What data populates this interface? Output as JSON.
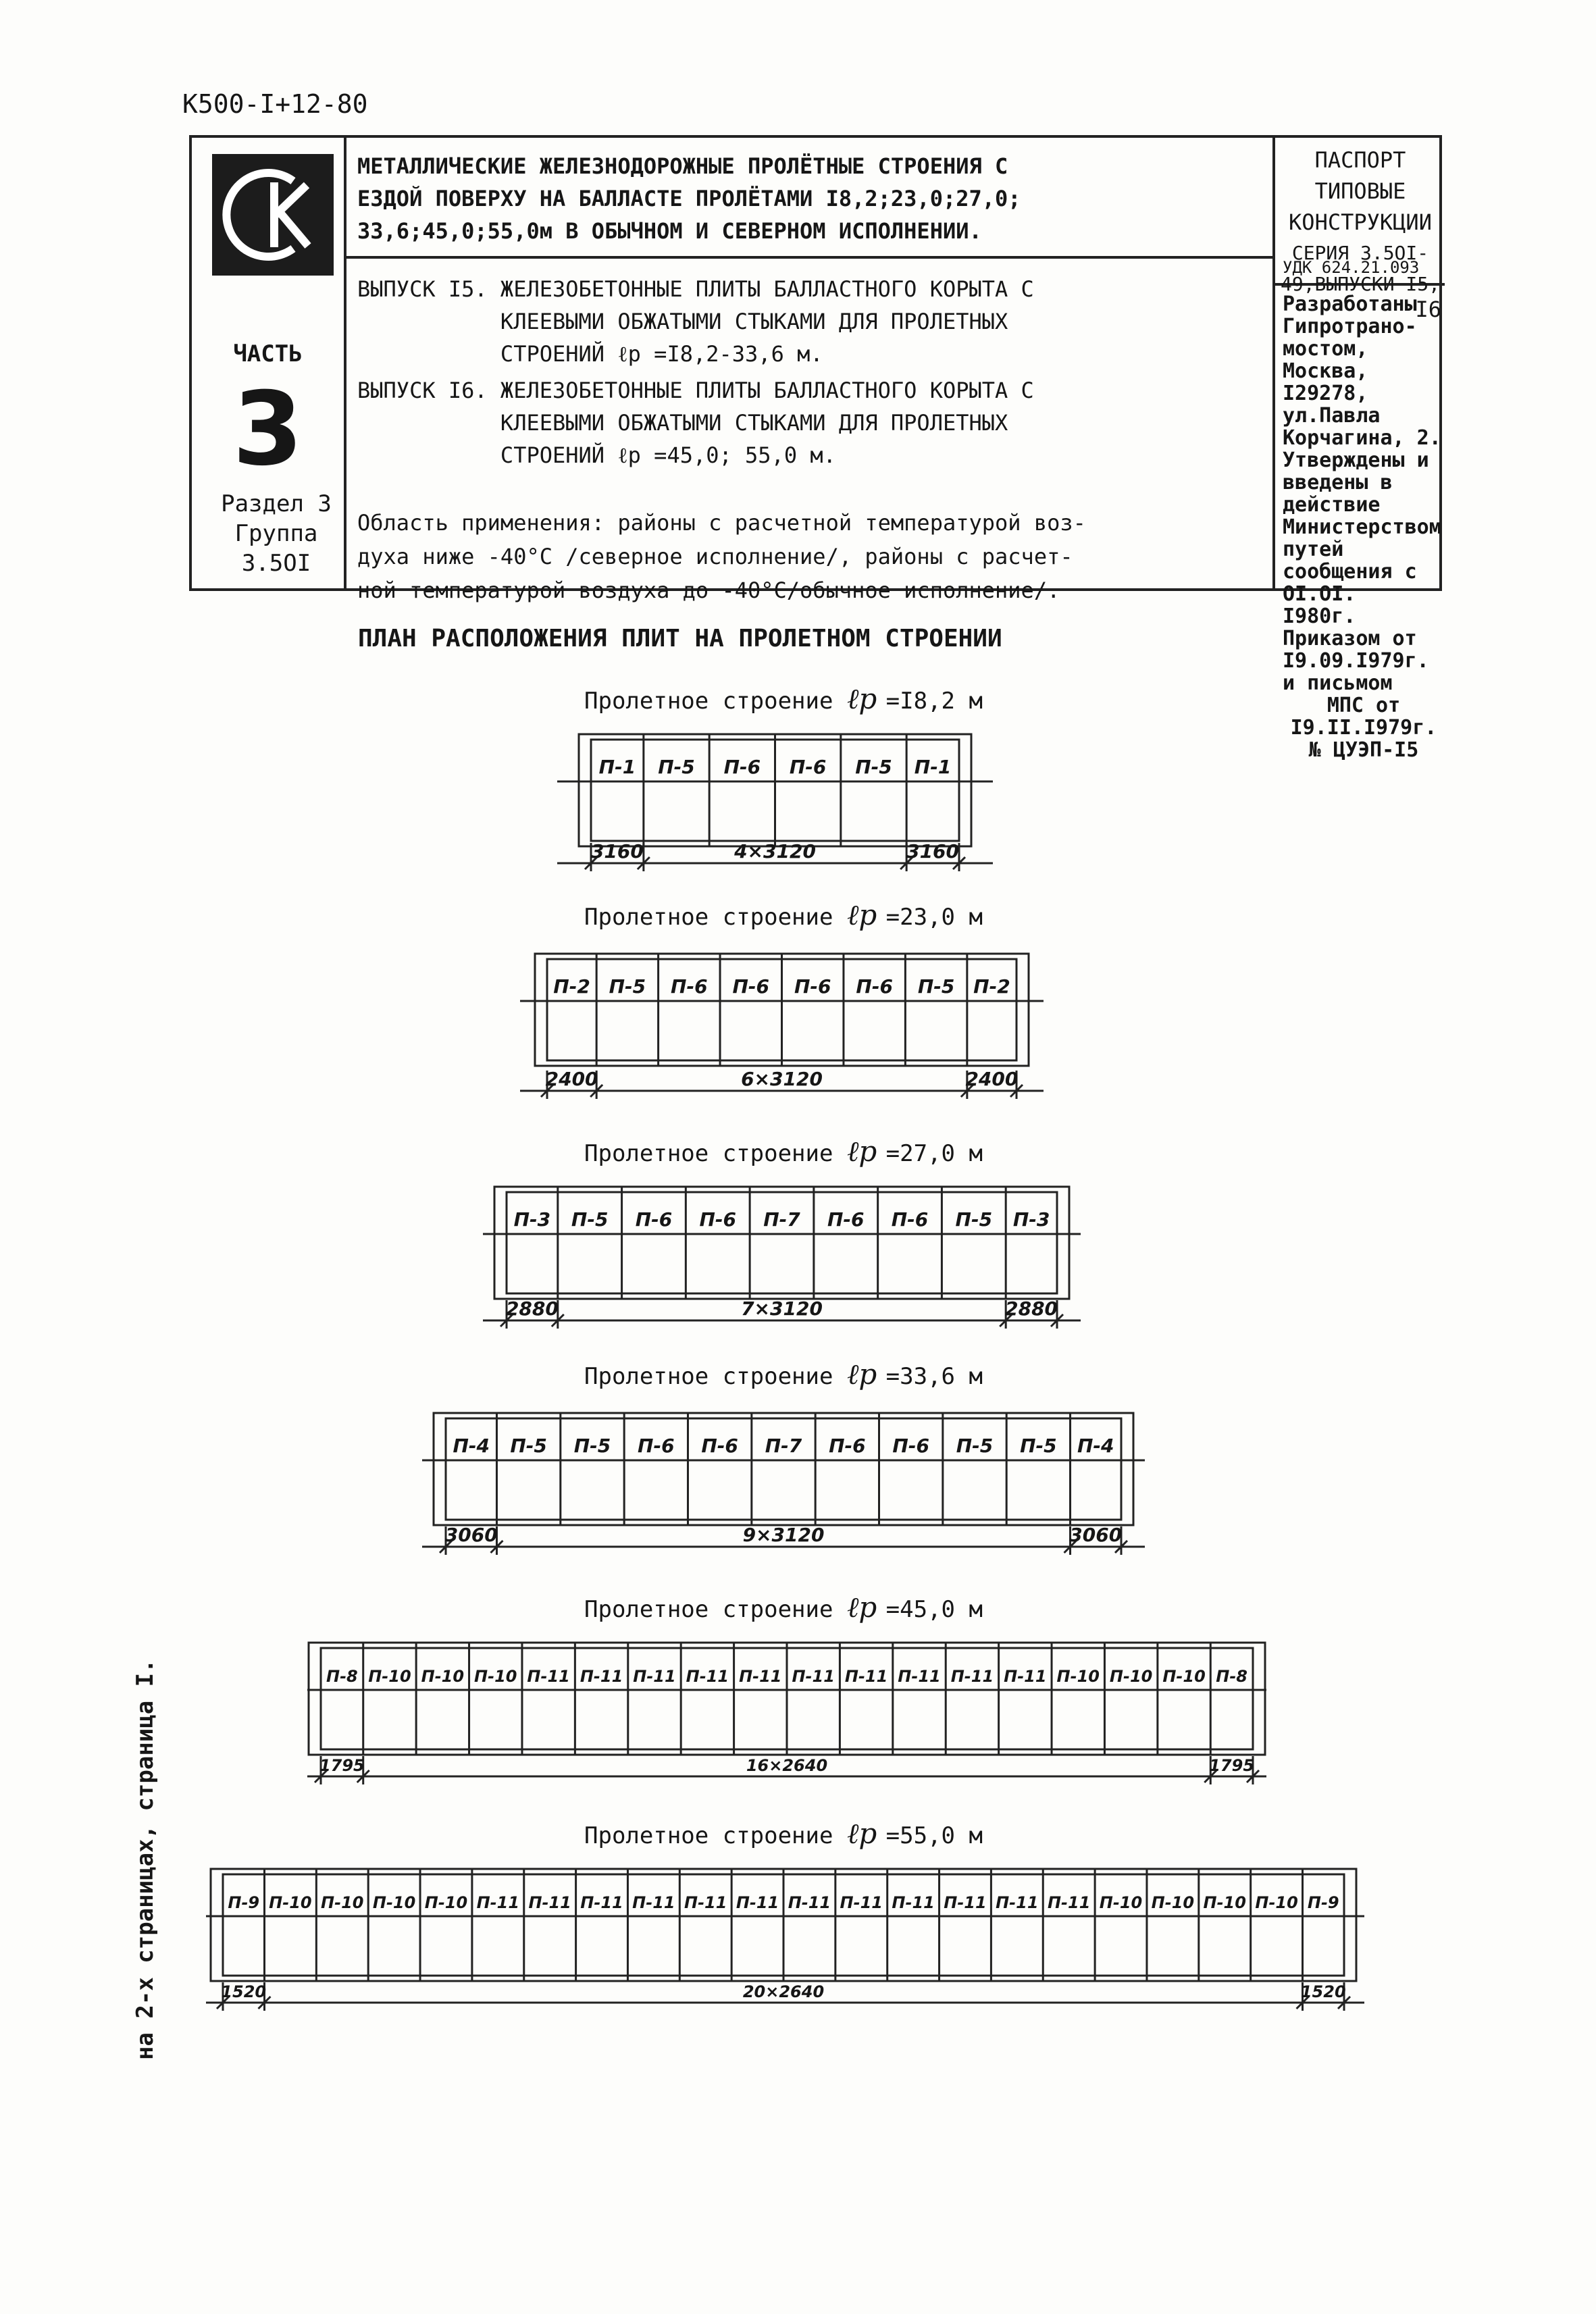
{
  "doc_ref": "К500-I+12-80",
  "header": {
    "logo": "СК",
    "part_label": "ЧАСТЬ",
    "part_number": "3",
    "section_lines": [
      "Раздел 3",
      "Группа",
      "3.5OI"
    ],
    "title_lines": [
      "МЕТАЛЛИЧЕСКИЕ ЖЕЛЕЗНОДОРОЖНЫЕ ПРОЛЁТНЫЕ СТРОЕНИЯ С",
      "ЕЗДОЙ ПОВЕРХУ НА БАЛЛАСТЕ ПРОЛЁТАМИ I8,2;23,0;27,0;",
      "33,6;45,0;55,0м В ОБЫЧНОМ И СЕВЕРНОМ ИСПОЛНЕНИИ."
    ],
    "issue15_lines": [
      "ВЫПУСК I5. ЖЕЛЕЗОБЕТОННЫЕ ПЛИТЫ БАЛЛАСТНОГО КОРЫТА С",
      "           КЛЕЕВЫМИ ОБЖАТЫМИ СТЫКАМИ ДЛЯ ПРОЛЕТНЫХ",
      "           СТРОЕНИЙ ℓр =I8,2-33,6 м."
    ],
    "issue16_lines": [
      "ВЫПУСК I6. ЖЕЛЕЗОБЕТОННЫЕ ПЛИТЫ БАЛЛАСТНОГО КОРЫТА С",
      "           КЛЕЕВЫМИ ОБЖАТЫМИ СТЫКАМИ ДЛЯ ПРОЛЕТНЫХ",
      "           СТРОЕНИЙ ℓр =45,0; 55,0 м."
    ],
    "application_lines": [
      "Область применения: районы с расчетной температурой воз-",
      "духа ниже -40°С /северное исполнение/, районы с расчет-",
      "ной температурой воздуха до -40°С/обычное исполнение/."
    ],
    "passport_lines": [
      "ПАСПОРТ",
      "ТИПОВЫЕ КОНСТРУКЦИИ",
      "СЕРИЯ 3.5OI-49,ВЫПУСКИ I5,",
      "I6"
    ],
    "udk": "УДК 624.21.093",
    "developer_lines": [
      "Разработаны Гипротрано-",
      "мостом, Москва, I29278,",
      "ул.Павла Корчагина, 2.",
      "Утверждены и введены в",
      "действие Министерством",
      "путей сообщения с OI.OI.",
      "I980г. Приказом от",
      "I9.09.I979г. и письмом",
      "МПС от I9.II.I979г.",
      "№ ЦУЭП-I5"
    ]
  },
  "plan_title": "ПЛАН РАСПОЛОЖЕНИЯ ПЛИТ НА ПРОЛЕТНОМ СТРОЕНИИ",
  "span_prefix": "Пролетное строение",
  "span_symbol": "ℓр",
  "spans": [
    {
      "length": "=I8,2 м",
      "plates": [
        "П-1",
        "П-5",
        "П-6",
        "П-6",
        "П-5",
        "П-1"
      ],
      "dims": [
        "3160",
        "4×3120",
        "3160"
      ]
    },
    {
      "length": "=23,0 м",
      "plates": [
        "П-2",
        "П-5",
        "П-6",
        "П-6",
        "П-6",
        "П-6",
        "П-5",
        "П-2"
      ],
      "dims": [
        "2400",
        "6×3120",
        "2400"
      ]
    },
    {
      "length": "=27,0 м",
      "plates": [
        "П-3",
        "П-5",
        "П-6",
        "П-6",
        "П-7",
        "П-6",
        "П-6",
        "П-5",
        "П-3"
      ],
      "dims": [
        "2880",
        "7×3120",
        "2880"
      ]
    },
    {
      "length": "=33,6 м",
      "plates": [
        "П-4",
        "П-5",
        "П-5",
        "П-6",
        "П-6",
        "П-7",
        "П-6",
        "П-6",
        "П-5",
        "П-5",
        "П-4"
      ],
      "dims": [
        "3060",
        "9×3120",
        "3060"
      ]
    },
    {
      "length": "=45,0 м",
      "plates": [
        "П-8",
        "П-10",
        "П-10",
        "П-10",
        "П-11",
        "П-11",
        "П-11",
        "П-11",
        "П-11",
        "П-11",
        "П-11",
        "П-11",
        "П-11",
        "П-11",
        "П-10",
        "П-10",
        "П-10",
        "П-8"
      ],
      "dims": [
        "1795",
        "16×2640",
        "1795"
      ]
    },
    {
      "length": "=55,0 м",
      "plates": [
        "П-9",
        "П-10",
        "П-10",
        "П-10",
        "П-10",
        "П-11",
        "П-11",
        "П-11",
        "П-11",
        "П-11",
        "П-11",
        "П-11",
        "П-11",
        "П-11",
        "П-11",
        "П-11",
        "П-11",
        "П-10",
        "П-10",
        "П-10",
        "П-10",
        "П-9"
      ],
      "dims": [
        "1520",
        "20×2640",
        "1520"
      ]
    }
  ],
  "side_note": "на 2-х страницах, страница I."
}
